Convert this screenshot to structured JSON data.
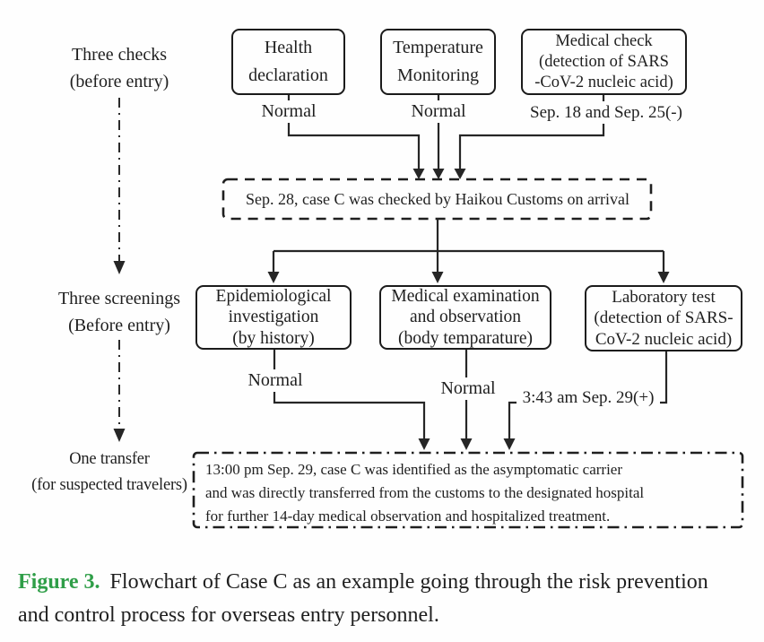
{
  "palette": {
    "ink": "#1f1f1f",
    "line_color": "#262626",
    "background": "#fefefe",
    "caption_green": "#2f9e48"
  },
  "stage_labels": {
    "three_checks": {
      "lines": [
        "Three checks",
        "(before entry)"
      ]
    },
    "three_screenings": {
      "lines": [
        "Three screenings",
        "(Before entry)"
      ]
    },
    "one_transfer": {
      "lines": [
        "One transfer",
        "(for suspected travelers)"
      ]
    }
  },
  "checks_row": {
    "health": {
      "lines": [
        "Health",
        "declaration"
      ],
      "result": "Normal"
    },
    "temperature": {
      "lines": [
        "Temperature",
        "Monitoring"
      ],
      "result": "Normal"
    },
    "medical_check": {
      "lines": [
        "Medical check",
        "(detection of SARS",
        "-CoV-2 nucleic acid)"
      ],
      "result": "Sep. 18 and Sep. 25(-)"
    }
  },
  "arrival_note": "Sep. 28, case C was checked by Haikou Customs on arrival",
  "screening_row": {
    "epidemiological": {
      "lines": [
        "Epidemiological",
        "investigation",
        "(by history)"
      ],
      "result": "Normal"
    },
    "medical_exam": {
      "lines": [
        "Medical examination",
        "and observation",
        "(body temparature)"
      ],
      "result": "Normal"
    },
    "laboratory": {
      "lines": [
        "Laboratory test",
        "(detection of SARS-",
        "CoV-2 nucleic acid)"
      ],
      "result": "3:43 am Sep. 29(+)"
    }
  },
  "transfer_note": {
    "lines": [
      "13:00 pm Sep. 29, case C was identified as the asymptomatic carrier",
      "and was directly transferred from the customs to the designated hospital",
      "for further 14-day medical observation and hospitalized treatment."
    ]
  },
  "caption": {
    "label": "Figure 3.",
    "text": "Flowchart of Case C as an example going through the risk prevention and control process for overseas entry personnel."
  }
}
